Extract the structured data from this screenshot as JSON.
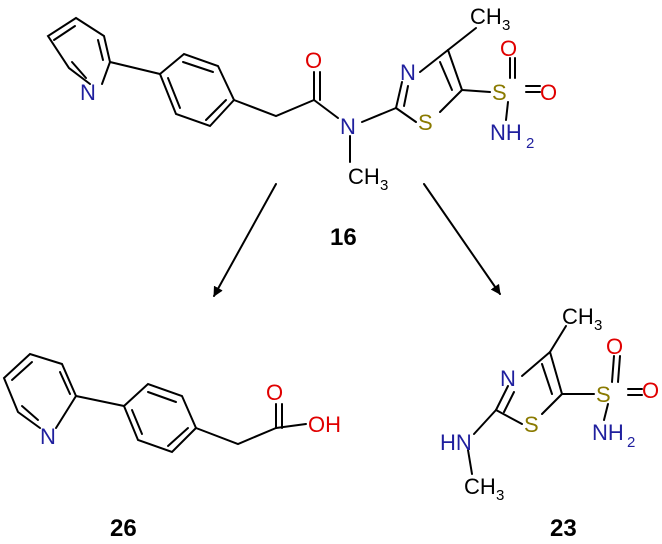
{
  "colors": {
    "carbon": "#000000",
    "nitrogen": "#1f1f9e",
    "oxygen": "#e00000",
    "sulfur": "#8a7a00"
  },
  "compounds": {
    "c16": {
      "id": "16"
    },
    "c26": {
      "id": "26"
    },
    "c23": {
      "id": "23"
    }
  },
  "atoms": {
    "N": "N",
    "O": "O",
    "S": "S",
    "OH": "OH",
    "CH": "CH",
    "NH": "NH",
    "HN": "HN",
    "three": "3",
    "two": "2"
  }
}
